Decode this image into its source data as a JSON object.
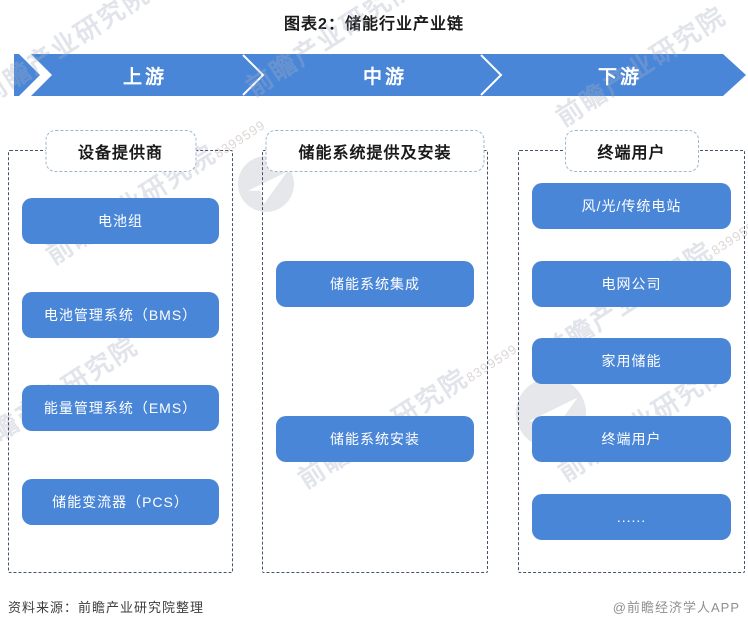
{
  "title": "图表2：储能行业产业链",
  "banner": {
    "segments": [
      {
        "label": "上游"
      },
      {
        "label": "中游"
      },
      {
        "label": "下游"
      }
    ]
  },
  "columns": [
    {
      "header": "设备提供商",
      "items": [
        "电池组",
        "电池管理系统（BMS）",
        "能量管理系统（EMS）",
        "储能变流器（PCS）"
      ]
    },
    {
      "header": "储能系统提供及安装",
      "items": [
        "储能系统集成",
        "储能系统安装"
      ]
    },
    {
      "header": "终端用户",
      "items": [
        "风/光/传统电站",
        "电网公司",
        "家用储能",
        "终端用户",
        "......"
      ]
    }
  ],
  "footer": {
    "source": "资料来源：前瞻产业研究院整理",
    "credit": "@前瞻经济学人APP"
  },
  "watermark": {
    "text": "前瞻产业研究院",
    "digits": "8399599"
  },
  "colors": {
    "banner_blue": "#4a86d8",
    "node_blue": "#4a86d8",
    "container_dash": "#42536b",
    "header_dash": "#9db6cf"
  }
}
